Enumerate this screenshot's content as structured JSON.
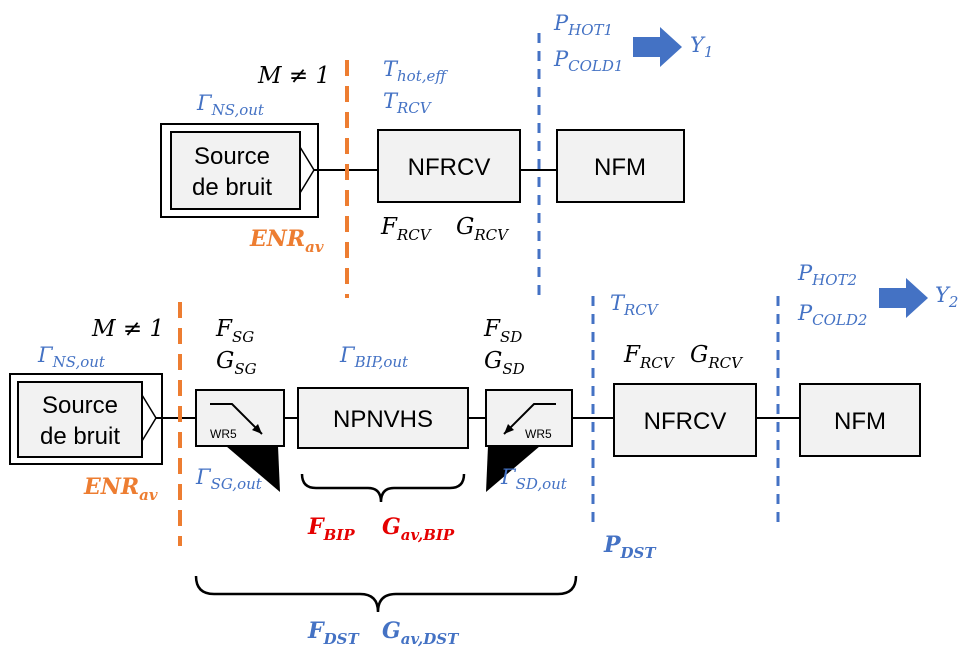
{
  "colors": {
    "blue": "#4472c4",
    "orange": "#ed7d31",
    "red": "#e50000",
    "box_fill": "#f2f2f2",
    "stroke": "#000000"
  },
  "top": {
    "mismatch_label": "M ≠ 1",
    "gamma_ns_out": {
      "main": "Γ",
      "sub": "NS,out"
    },
    "source_line1": "Source",
    "source_line2": "de bruit",
    "enr_av": {
      "main": "ENR",
      "sub": "av"
    },
    "t_hot_eff": {
      "main": "T",
      "sub": "hot,eff"
    },
    "t_rcv": {
      "main": "T",
      "sub": "RCV"
    },
    "nfrcv_label": "NFRCV",
    "f_rcv": {
      "main": "F",
      "sub": "RCV"
    },
    "g_rcv": {
      "main": "G",
      "sub": "RCV"
    },
    "nfm_label": "NFM",
    "p_hot1": {
      "main": "P",
      "sub": "HOT1"
    },
    "p_cold1": {
      "main": "P",
      "sub": "COLD1"
    },
    "y1": {
      "main": "Y",
      "sub": "1"
    }
  },
  "bottom": {
    "mismatch_label": "M ≠ 1",
    "gamma_ns_out": {
      "main": "Γ",
      "sub": "NS,out"
    },
    "source_line1": "Source",
    "source_line2": "de bruit",
    "enr_av": {
      "main": "ENR",
      "sub": "av"
    },
    "f_sg": {
      "main": "F",
      "sub": "SG"
    },
    "g_sg": {
      "main": "G",
      "sub": "SG"
    },
    "tuner_sg_label": "WR5",
    "gamma_sg_out": {
      "main": "Γ",
      "sub": "SG,out"
    },
    "gamma_bip_out": {
      "main": "Γ",
      "sub": "BIP,out"
    },
    "npnvhs_label": "NPNVHS",
    "f_bip": {
      "main": "F",
      "sub": "BIP"
    },
    "g_av_bip": {
      "main": "G",
      "sub": "av,BIP"
    },
    "f_sd": {
      "main": "F",
      "sub": "SD"
    },
    "g_sd": {
      "main": "G",
      "sub": "SD"
    },
    "tuner_sd_label": "WR5",
    "gamma_sd_out": {
      "main": "Γ",
      "sub": "SD,out"
    },
    "t_rcv": {
      "main": "T",
      "sub": "RCV"
    },
    "f_rcv": {
      "main": "F",
      "sub": "RCV"
    },
    "g_rcv": {
      "main": "G",
      "sub": "RCV"
    },
    "nfrcv_label": "NFRCV",
    "nfm_label": "NFM",
    "p_hot2": {
      "main": "P",
      "sub": "HOT2"
    },
    "p_cold2": {
      "main": "P",
      "sub": "COLD2"
    },
    "y2": {
      "main": "Y",
      "sub": "2"
    },
    "p_dst": {
      "main": "P",
      "sub": "DST"
    },
    "f_dst": {
      "main": "F",
      "sub": "DST"
    },
    "g_av_dst": {
      "main": "G",
      "sub": "av,DST"
    }
  }
}
